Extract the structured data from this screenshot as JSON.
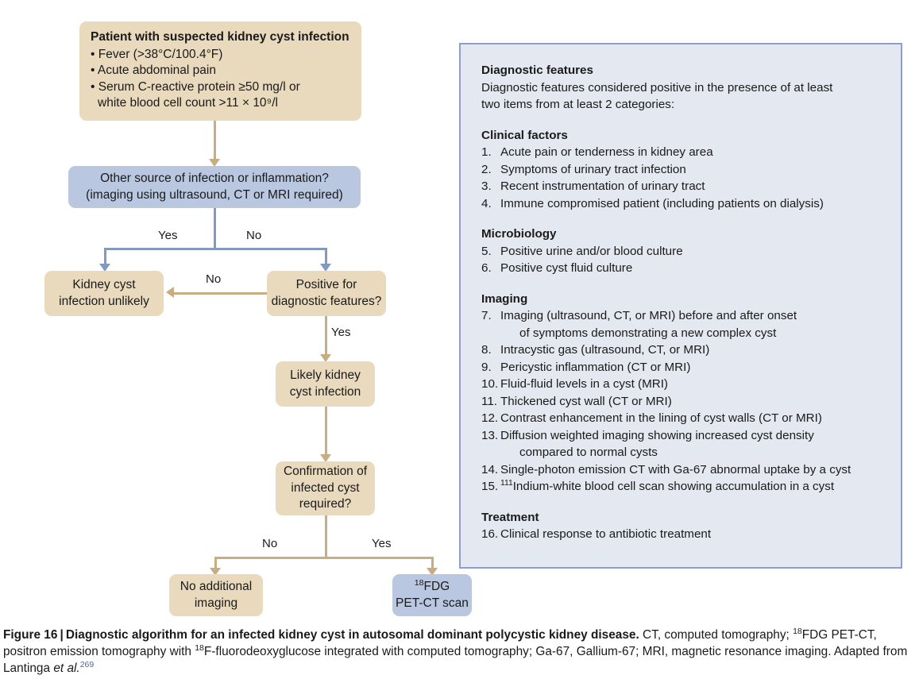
{
  "flow": {
    "nodes": {
      "suspected": {
        "title": "Patient with suspected kidney cyst infection",
        "bullets": [
          "• Fever (>38°C/100.4°F)",
          "• Acute abdominal pain",
          "• Serum C-reactive protein ≥50 mg/l or",
          "white blood cell count >11 × 10⁹/l"
        ]
      },
      "other_source": {
        "line1": "Other source of infection or inflammation?",
        "line2": "(imaging using ultrasound, CT or MRI required)"
      },
      "unlikely": {
        "line1": "Kidney cyst",
        "line2": "infection unlikely"
      },
      "positive_features": {
        "line1": "Positive for",
        "line2": "diagnostic features?"
      },
      "likely": {
        "line1": "Likely kidney",
        "line2": "cyst infection"
      },
      "confirmation": {
        "line1": "Confirmation of",
        "line2": "infected cyst",
        "line3": "required?"
      },
      "no_imaging": {
        "line1": "No additional",
        "line2": "imaging"
      },
      "pet_ct": {
        "line1_sup": "18",
        "line1": "FDG",
        "line2": "PET-CT scan"
      }
    },
    "edge_labels": {
      "other_yes": "Yes",
      "other_no": "No",
      "features_no": "No",
      "features_yes": "Yes",
      "confirm_no": "No",
      "confirm_yes": "Yes"
    },
    "colors": {
      "tan_fill": "#e9dabe",
      "blue_fill": "#bac7e1",
      "tan_connector": "#c6ae82",
      "blue_connector": "#8299c2"
    }
  },
  "features_panel": {
    "heading": "Diagnostic features",
    "intro_line1": "Diagnostic features considered positive in the presence of at least",
    "intro_line2": "two items from at least 2 categories:",
    "sections": [
      {
        "name": "Clinical factors",
        "items": [
          {
            "num": "1.",
            "text": "Acute pain or tenderness in kidney area"
          },
          {
            "num": "2.",
            "text": "Symptoms of urinary tract infection"
          },
          {
            "num": "3.",
            "text": "Recent instrumentation of urinary tract"
          },
          {
            "num": "4.",
            "text": "Immune compromised patient (including patients on dialysis)"
          }
        ]
      },
      {
        "name": "Microbiology",
        "items": [
          {
            "num": "5.",
            "text": "Positive urine and/or blood culture"
          },
          {
            "num": "6.",
            "text": "Positive cyst fluid culture"
          }
        ]
      },
      {
        "name": "Imaging",
        "items": [
          {
            "num": "7.",
            "text": "Imaging (ultrasound, CT, or MRI) before and after onset",
            "cont": "of symptoms demonstrating a new complex cyst"
          },
          {
            "num": "8.",
            "text": "Intracystic gas (ultrasound, CT, or MRI)"
          },
          {
            "num": "9.",
            "text": "Pericystic inflammation (CT or MRI)"
          },
          {
            "num": "10.",
            "text": "Fluid-fluid levels in a cyst (MRI)"
          },
          {
            "num": "11.",
            "text": "Thickened cyst wall (CT or MRI)"
          },
          {
            "num": "12.",
            "text": "Contrast enhancement in the lining of cyst walls (CT or MRI)"
          },
          {
            "num": "13.",
            "text": "Diffusion weighted imaging showing increased cyst density",
            "cont": "compared to normal cysts"
          },
          {
            "num": "14.",
            "text": "Single-photon emission CT with Ga-67 abnormal uptake by a cyst"
          },
          {
            "num": "15.",
            "text": "Indium-white blood cell scan showing accumulation in a cyst",
            "sup": "111"
          }
        ]
      },
      {
        "name": "Treatment",
        "items": [
          {
            "num": "16.",
            "text": "Clinical response to antibiotic treatment"
          }
        ]
      }
    ]
  },
  "caption": {
    "figure_label": "Figure 16",
    "separator": "|",
    "bold_title": "Diagnostic algorithm for an infected kidney cyst in autosomal dominant polycystic kidney disease.",
    "body_1": " CT, computed tomography; ",
    "sup_1": "18",
    "body_2": "FDG PET-CT, positron emission tomography with ",
    "sup_2": "18",
    "body_3": "F-fluorodeoxyglucose integrated with computed tomography; Ga-67, Gallium-67; MRI, magnetic resonance imaging. Adapted from Lantinga ",
    "italic": "et al.",
    "reference": "269"
  }
}
